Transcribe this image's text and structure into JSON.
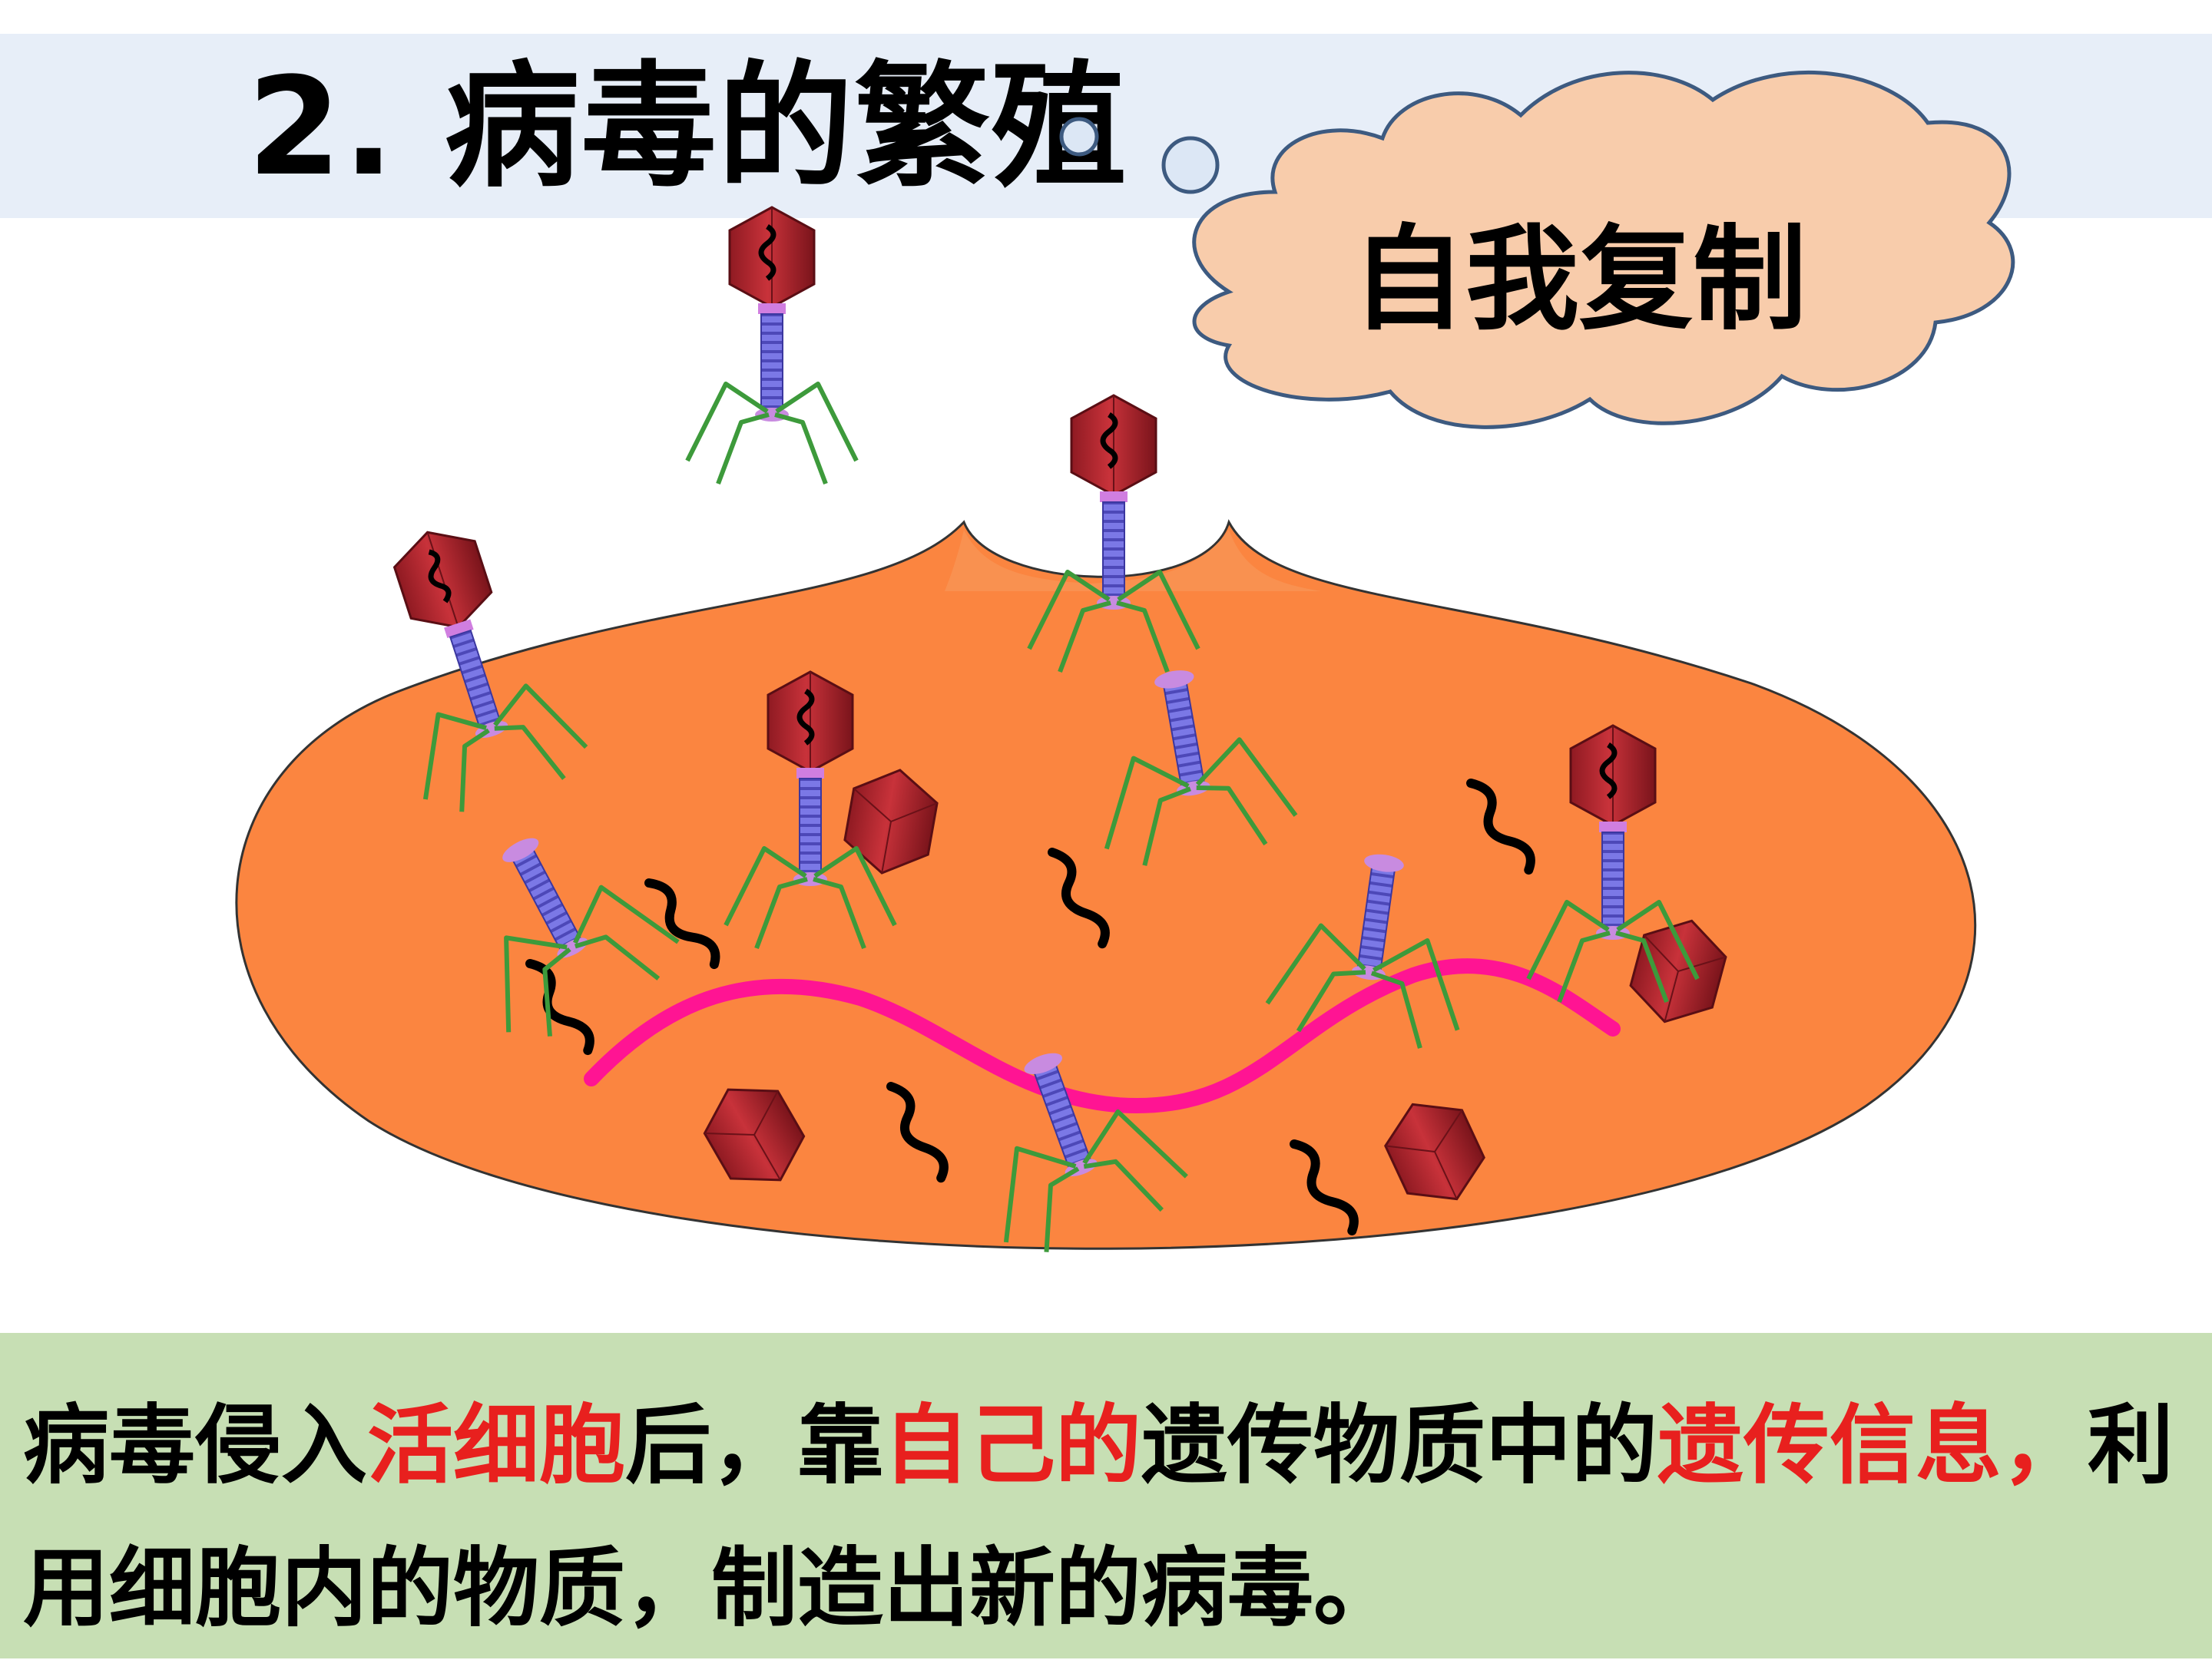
{
  "title": "2. 病毒的繁殖",
  "cloud_label": "自我复制",
  "caption": {
    "p1": "病毒侵入",
    "h1": "活细胞",
    "p2": "后，靠",
    "h2": "自己的",
    "p3": "遗传物质中的",
    "h3": "遗传信息，",
    "p4": "利用细胞内的物质，制造出新的病毒。"
  },
  "colors": {
    "title_band": "#e7eef8",
    "caption_band": "#c7dfb4",
    "cell": "#fb8540",
    "highlight": "#e8201e",
    "cloud": "#f8ccab",
    "capsid": "#b5222b",
    "tail": "#7b78e6",
    "legs": "#3d9a3b",
    "host_dna": "#ff1493"
  }
}
